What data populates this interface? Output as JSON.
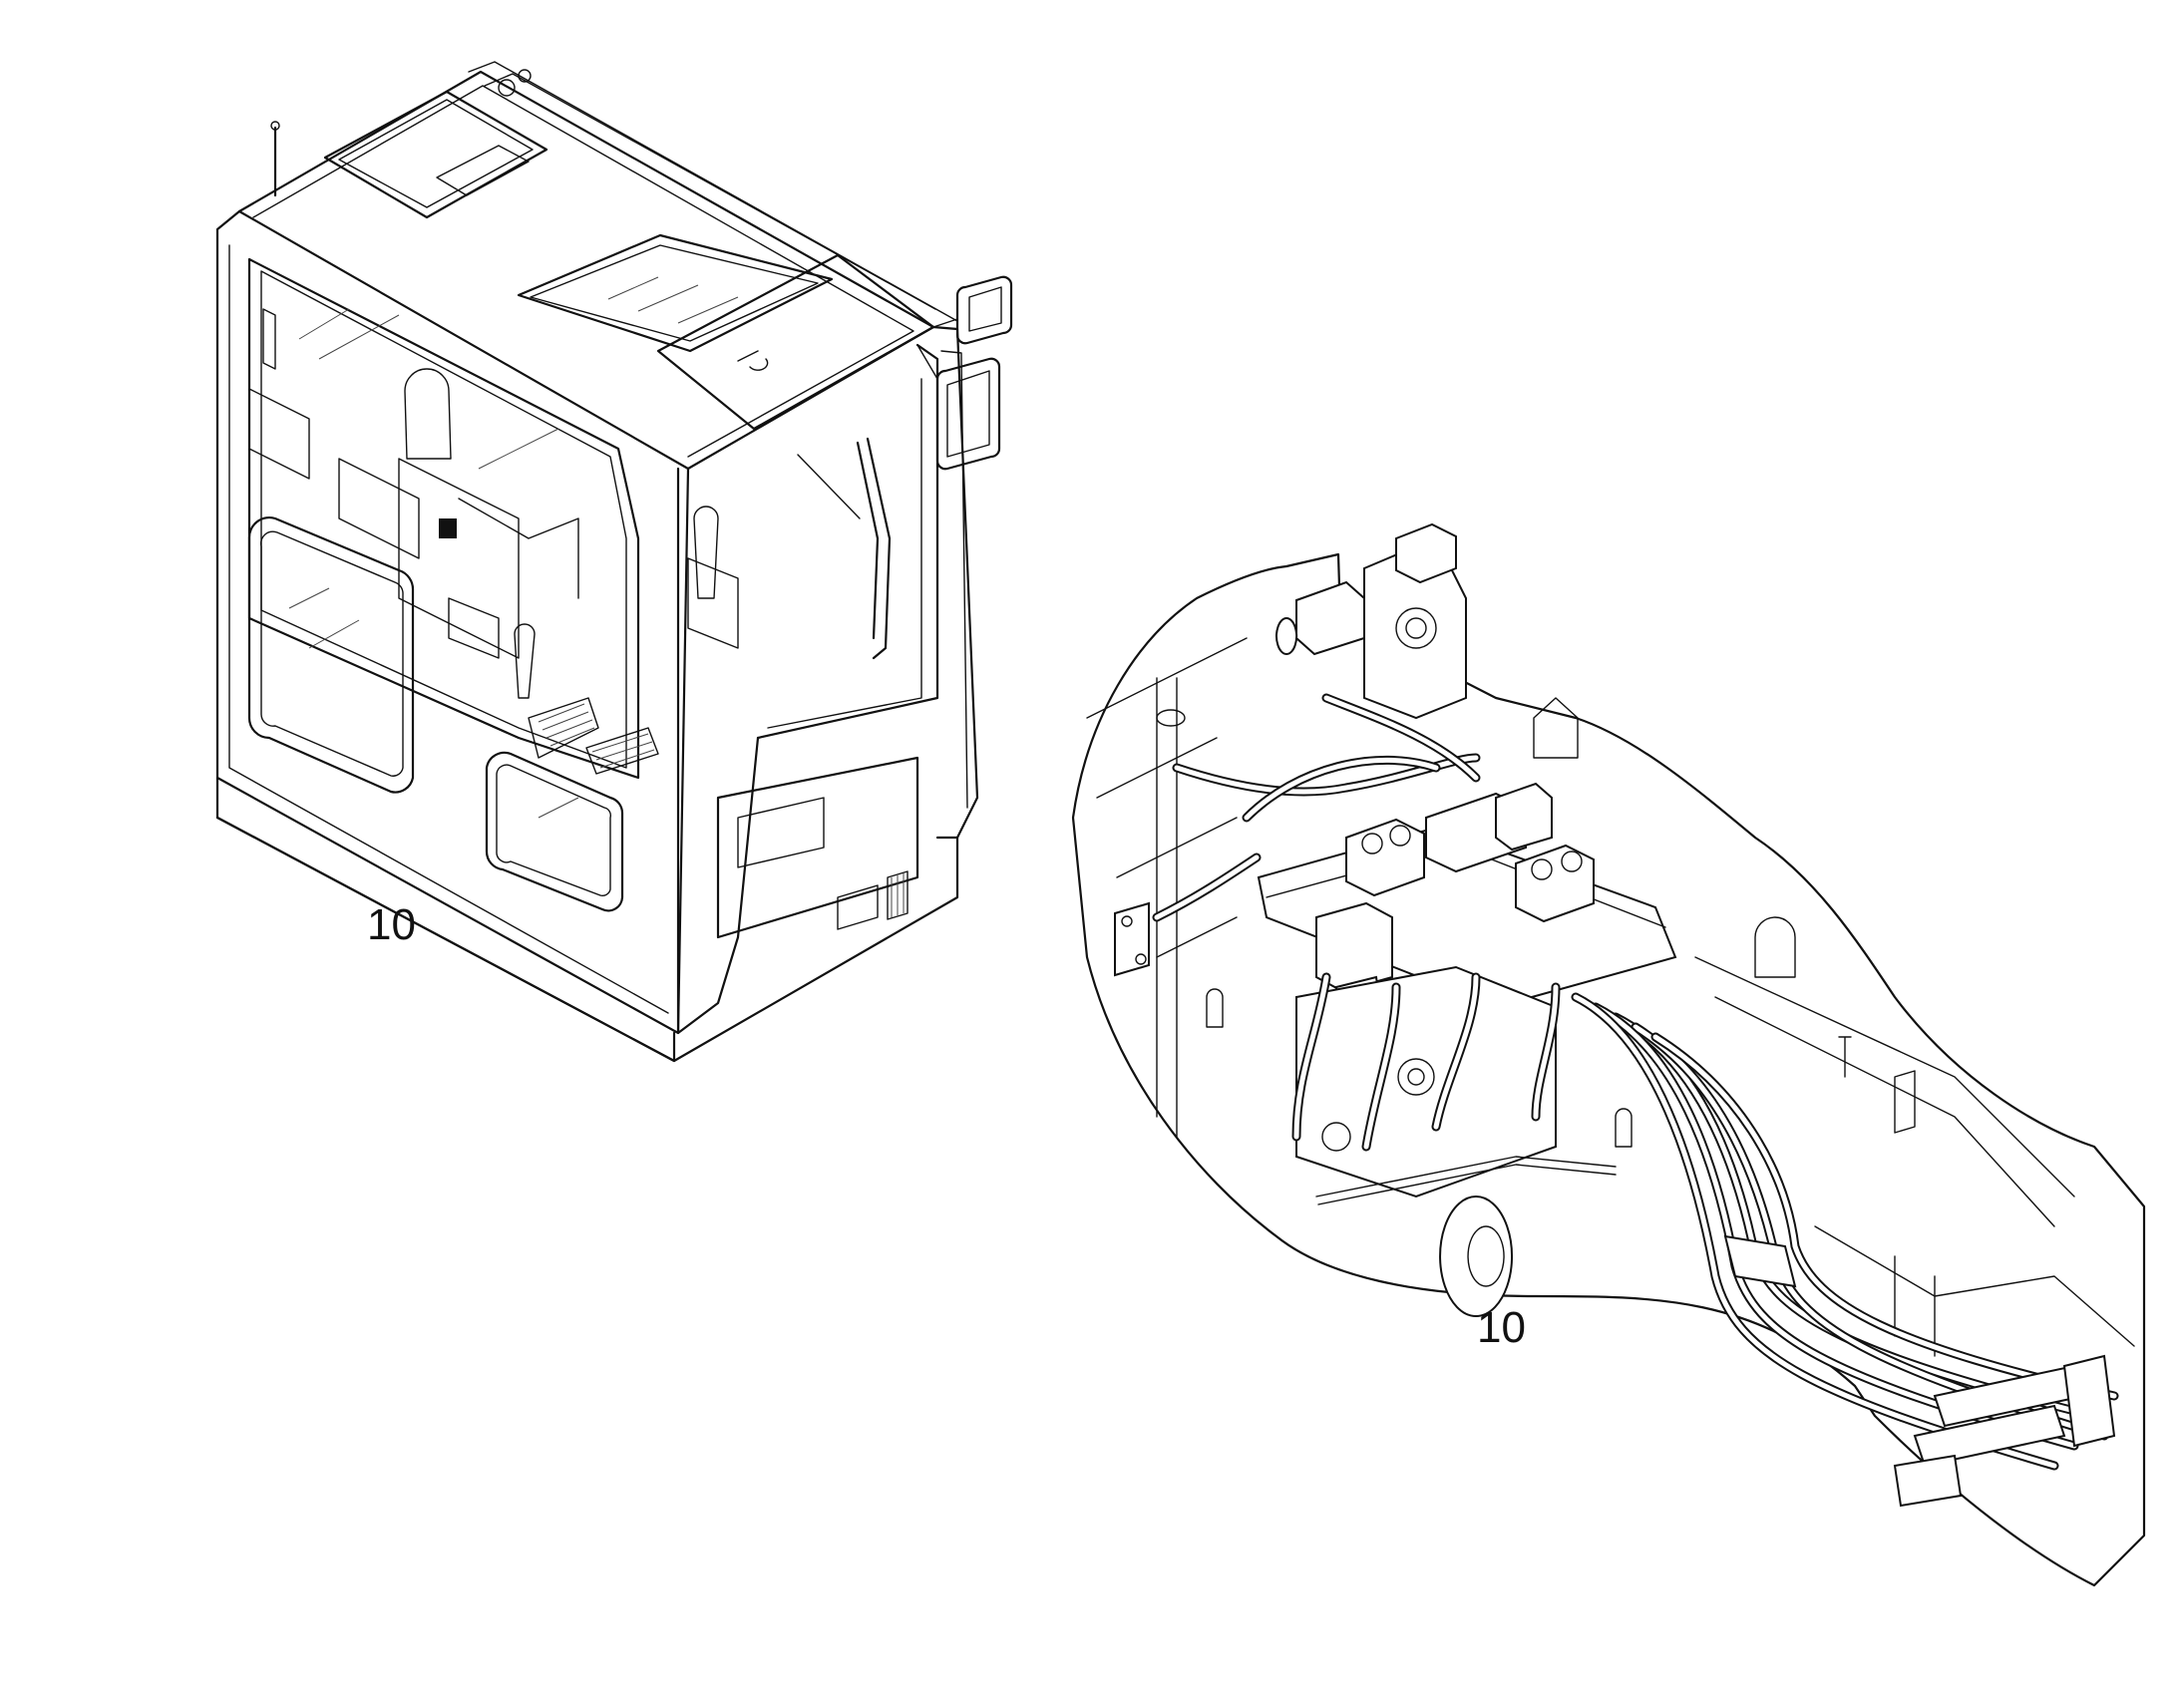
{
  "callouts": {
    "cab": "10",
    "valve": "10"
  },
  "icons": {
    "cab": "operator-cab-illustration",
    "valve": "control-valve-hose-assembly-illustration"
  }
}
